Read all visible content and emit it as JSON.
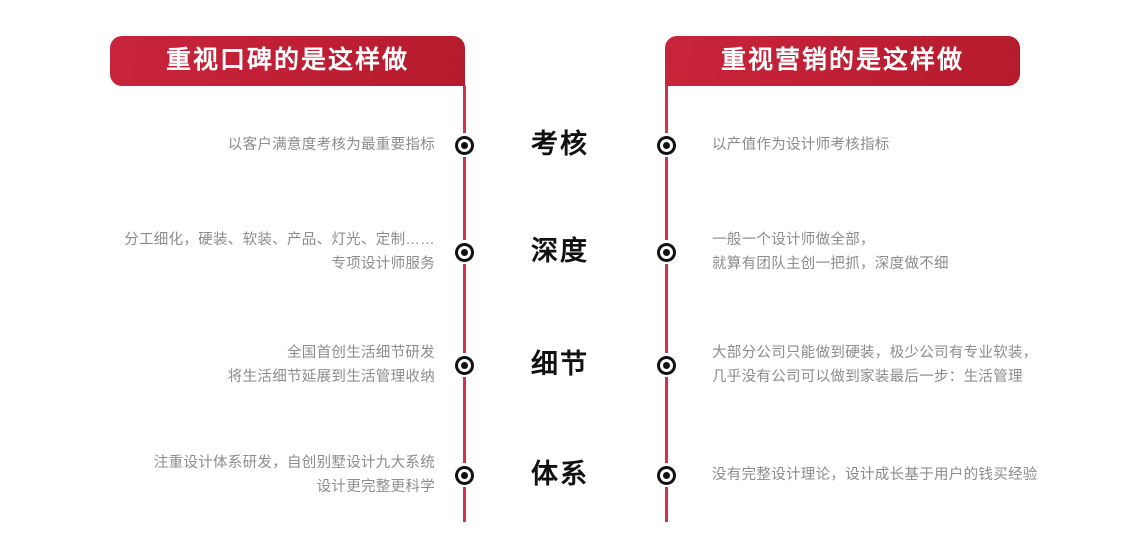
{
  "headers": {
    "left": "重视口碑的是这样做",
    "right": "重视营销的是这样做"
  },
  "colors": {
    "banner_red": "#bf1f34",
    "rail_red": "#d6304a",
    "body_text": "#8c8c8c",
    "label_text": "#111111",
    "background": "#ffffff"
  },
  "rows": [
    {
      "label": "考核",
      "left_lines": [
        "以客户满意度考核为最重要指标"
      ],
      "right_lines": [
        "以产值作为设计师考核指标"
      ]
    },
    {
      "label": "深度",
      "left_lines": [
        "分工细化，硬装、软装、产品、灯光、定制……",
        "专项设计师服务"
      ],
      "right_lines": [
        "一般一个设计师做全部，",
        "就算有团队主创一把抓，深度做不细"
      ]
    },
    {
      "label": "细节",
      "left_lines": [
        "全国首创生活细节研发",
        "将生活细节延展到生活管理收纳"
      ],
      "right_lines": [
        "大部分公司只能做到硬装，极少公司有专业软装，",
        "几乎没有公司可以做到家装最后一步：生活管理"
      ]
    },
    {
      "label": "体系",
      "left_lines": [
        "注重设计体系研发，自创别墅设计九大系统",
        "设计更完整更科学"
      ],
      "right_lines": [
        "没有完整设计理论，设计成长基于用户的钱买经验"
      ]
    }
  ]
}
